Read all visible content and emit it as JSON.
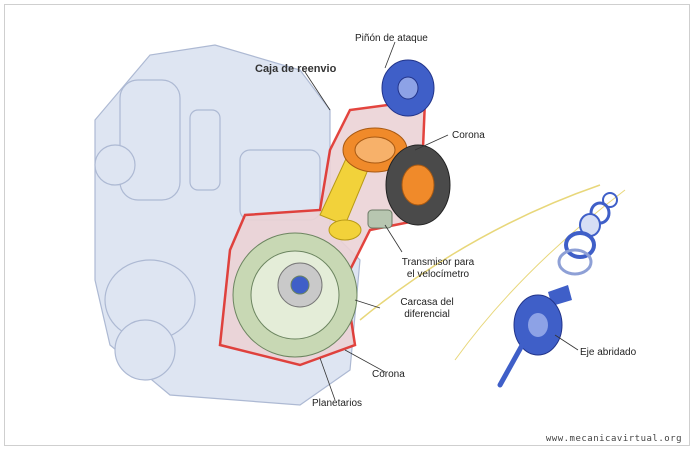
{
  "labels": {
    "caja_reenvio": "Caja de reenvio",
    "pinon_ataque": "Piñón de ataque",
    "corona_top": "Corona",
    "transmisor_l1": "Transmisor para",
    "transmisor_l2": "el velocímetro",
    "carcasa_l1": "Carcasa del",
    "carcasa_l2": "diferencial",
    "corona_bottom": "Corona",
    "planetarios": "Planetarios",
    "eje_abridado": "Eje abridado"
  },
  "watermark": "www.mecanicavirtual.org",
  "colors": {
    "housing": "#dde4f2",
    "housing_stroke": "#a9b6d1",
    "cutaway_red": "#e0302a",
    "gear_green": "#c8d8b4",
    "gear_orange": "#f08a2a",
    "gear_yellow": "#f2d23a",
    "flange_blue": "#3f5fc8",
    "leader": "#333333",
    "accent_line": "#e8d77a"
  }
}
